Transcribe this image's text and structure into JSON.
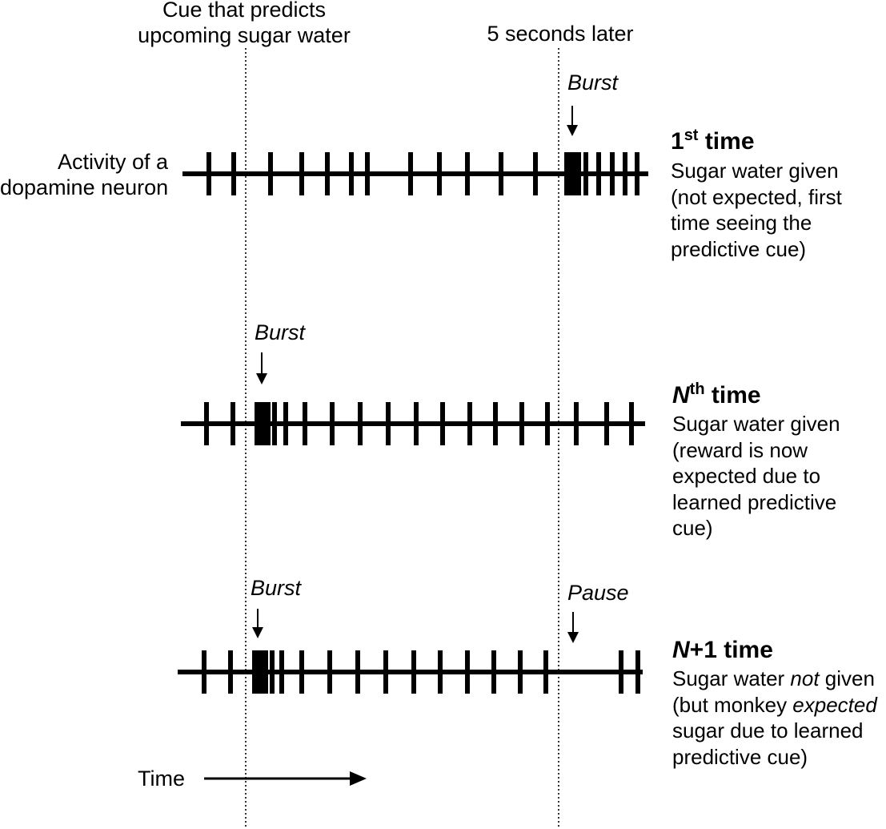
{
  "header": {
    "cue_label_line1": "Cue that predicts",
    "cue_label_line2": "upcoming sugar water",
    "later_label": "5 seconds later"
  },
  "row_label": {
    "line1": "Activity of a",
    "line2": "dopamine neuron"
  },
  "rows": [
    {
      "burst_label": "Burst",
      "title_main": "1",
      "title_sup": "st",
      "title_rest": " time",
      "desc_line1": "Sugar water given",
      "desc_line2": "(not expected, first",
      "desc_line3": "time seeing the",
      "desc_line4": "predictive cue)"
    },
    {
      "burst_label": "Burst",
      "title_main": "N",
      "title_sup": "th",
      "title_rest": " time",
      "desc_line1": "Sugar water given",
      "desc_line2": "(reward is now",
      "desc_line3": "expected due to",
      "desc_line4": "learned predictive",
      "desc_line5": "cue)"
    },
    {
      "burst_label": "Burst",
      "pause_label": "Pause",
      "title_main": "N",
      "title_rest": "+1 time",
      "desc_line1_a": "Sugar water ",
      "desc_line1_b": "not",
      "desc_line1_c": " given",
      "desc_line2_a": "(but monkey ",
      "desc_line2_b": "expected",
      "desc_line3": "sugar due to learned",
      "desc_line4": "predictive cue)"
    }
  ],
  "time_label": "Time"
}
